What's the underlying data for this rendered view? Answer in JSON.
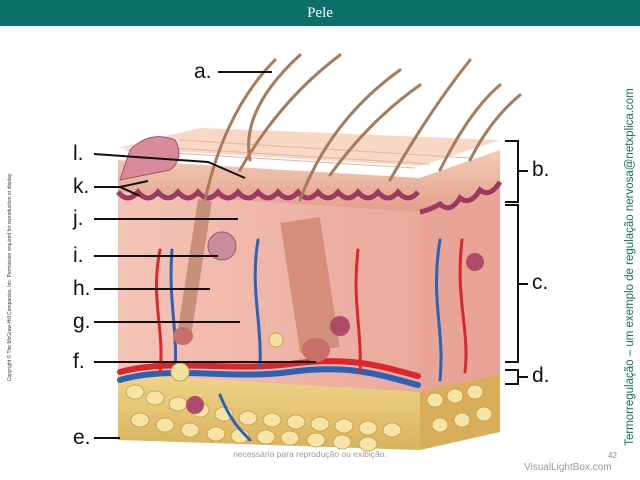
{
  "header": {
    "title": "Pele"
  },
  "copyright": "Copyright © The McGraw-Hill Companies, Inc. Permission required for reproduction or display.",
  "side_credit": "Termorregulação – um exemplo de regulação nervosa@netxplica.com",
  "labels": {
    "a": "a.",
    "b": "b.",
    "c": "c.",
    "d": "d.",
    "e": "e.",
    "f": "f.",
    "g": "g.",
    "h": "h.",
    "i": "i.",
    "j": "j.",
    "k": "k.",
    "l": "l."
  },
  "footer": {
    "footnote": "necessária para reprodução ou exibição.",
    "page_number": "42",
    "watermark": "VisualLightBox.com"
  },
  "colors": {
    "title_bar": "#0c7069",
    "epidermis": "#e8a994",
    "dermis": "#f1b8ad",
    "hypodermis": "#e7c774",
    "artery": "#d9272b",
    "vein": "#2a62b8",
    "hair": "#a67a5a"
  }
}
